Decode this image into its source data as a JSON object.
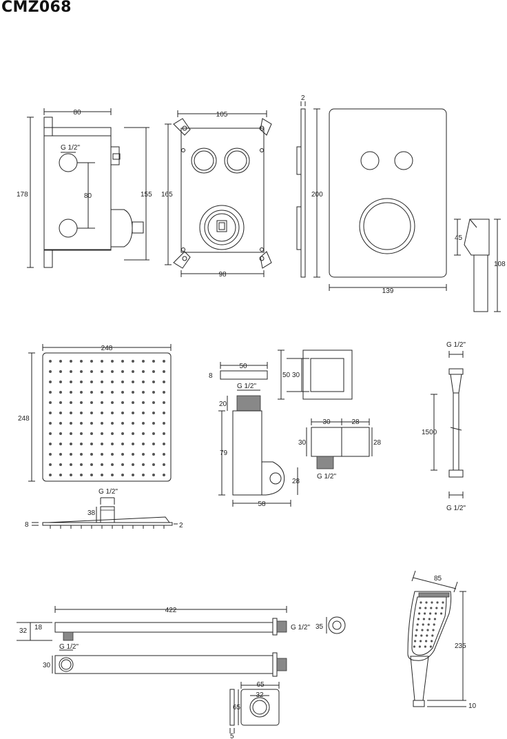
{
  "title": "CMZ068",
  "dims": {
    "d80a": "80",
    "g12a": "G 1/2\"",
    "d80b": "80",
    "d178": "178",
    "d155": "155",
    "d105": "105",
    "d165": "165",
    "d98": "98",
    "d2a": "2",
    "d200": "200",
    "d139": "139",
    "d45": "45",
    "d108": "108",
    "d248w": "248",
    "d248h": "248",
    "g12b": "G 1/2\"",
    "d38": "38",
    "d8a": "8",
    "d2b": "2",
    "d50w": "50",
    "d8b": "8",
    "d50h": "50",
    "d30a": "30",
    "g12c": "G 1/2\"",
    "d20": "20",
    "d79": "79",
    "d58": "58",
    "d28a": "28",
    "d30b": "30",
    "d28b": "28",
    "d30c": "30",
    "d28c": "28",
    "g12d": "G 1/2\"",
    "g12e": "G 1/2\"",
    "d1500": "1500",
    "g12f": "G 1/2\"",
    "d422": "422",
    "d32a": "32",
    "d18": "18",
    "g12g": "G 1/2\"",
    "d35": "35",
    "g12h": "G 1/2\"",
    "d30d": "30",
    "d65a": "65",
    "d32b": "32",
    "d65b": "65",
    "d5": "5",
    "d85": "85",
    "d235": "235",
    "d10": "10"
  }
}
